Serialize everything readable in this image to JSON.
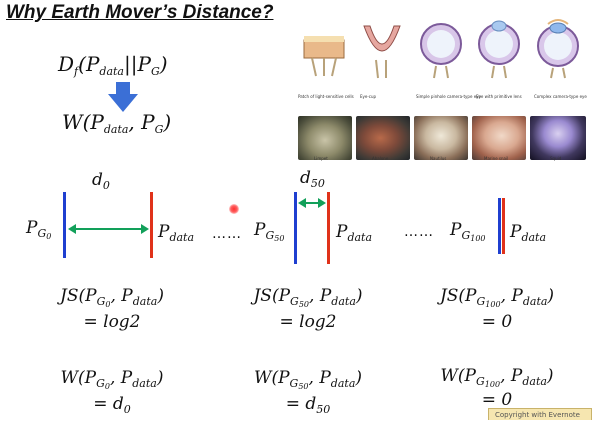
{
  "title": "Why Earth Mover’s Distance?",
  "formula": {
    "divergence": {
      "D": "D",
      "f": "f",
      "open": "(",
      "P1": "P",
      "data": "data",
      "mid": "||",
      "P2": "P",
      "G": "G",
      "close": ")"
    },
    "wasserstein": {
      "W": "W",
      "open": "(",
      "P1": "P",
      "data": "data",
      "comma": ",",
      "P2": "P",
      "G": "G",
      "close": ")"
    },
    "arrow_color": "#3b6fd6"
  },
  "distributions": {
    "d0": {
      "d": "d",
      "sub": "0"
    },
    "d50": {
      "d": "d",
      "sub": "50"
    },
    "pg0": {
      "P": "P",
      "G": "G",
      "sub": "0"
    },
    "pg50": {
      "P": "P",
      "G": "G",
      "sub": "50"
    },
    "pg100": {
      "P": "P",
      "G": "G",
      "sub": "100"
    },
    "pdata": {
      "P": "P",
      "sub": "data"
    },
    "ellipsis": "……",
    "colors": {
      "generator": "#1f3fd0",
      "data": "#e0321a",
      "distance_arrow": "#12a05a"
    }
  },
  "js_rows": [
    {
      "fn": "JS",
      "pg_sub": "0",
      "value": "= log2"
    },
    {
      "fn": "JS",
      "pg_sub": "50",
      "value": "= log2"
    },
    {
      "fn": "JS",
      "pg_sub": "100",
      "value": "= 0"
    }
  ],
  "w_rows": [
    {
      "fn": "W",
      "pg_sub": "0",
      "value_d": "= d",
      "value_sub": "0"
    },
    {
      "fn": "W",
      "pg_sub": "50",
      "value_d": "= d",
      "value_sub": "50"
    },
    {
      "fn": "W",
      "pg_sub": "100",
      "value_d": "= 0",
      "value_sub": ""
    }
  ],
  "figure": {
    "eye_captions": [
      "Patch of light-sensitive cells",
      "Eye-cup",
      "Simple pinhole camera-type eye",
      "Eye with primitive lens",
      "Complex camera-type eye"
    ],
    "animal_captions": [
      "Limpet",
      "Abalone",
      "Nautilus",
      "Marine snail",
      "Squid"
    ]
  },
  "badge": "Copyright with Evernote"
}
